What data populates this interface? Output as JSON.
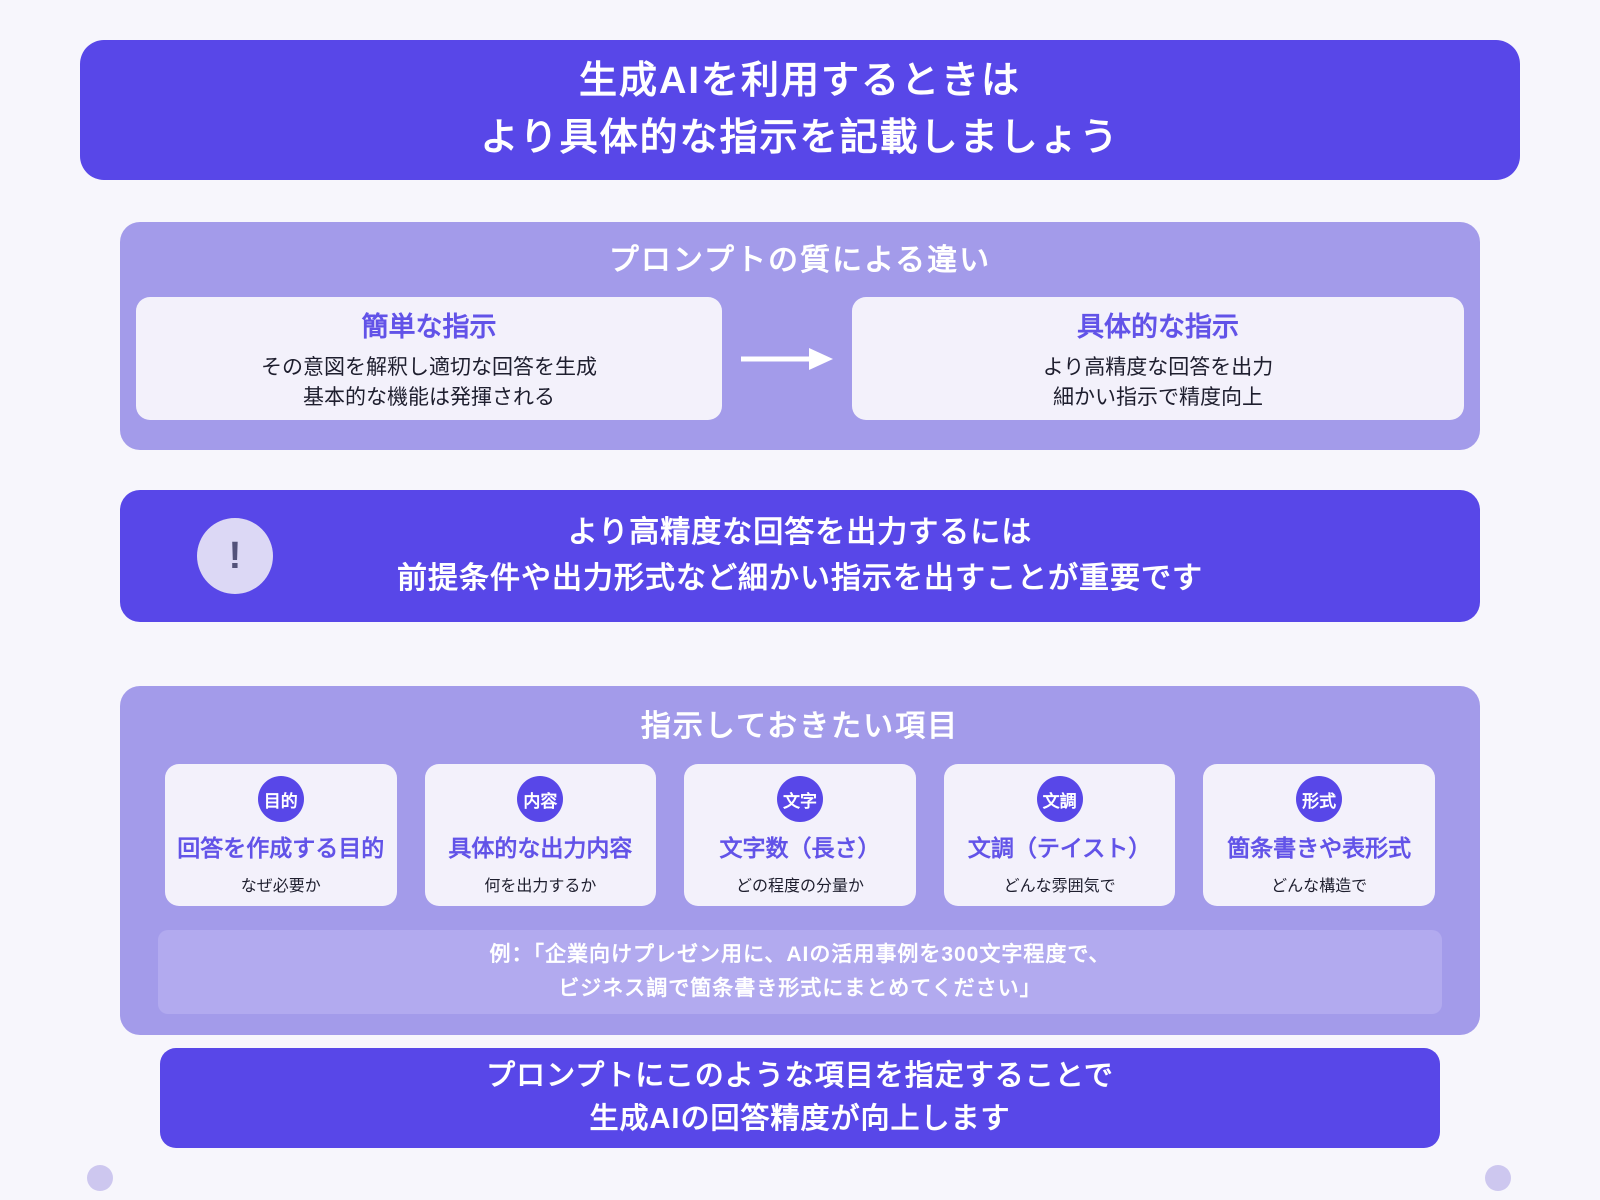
{
  "colors": {
    "page_bg": "#f7f6fc",
    "primary_purple": "#5847e8",
    "section_purple": "#a39bea",
    "card_bg": "#f3f1fb",
    "card_heading": "#6253e8",
    "body_text": "#1e1e2e",
    "example_box_bg": "#b2aaef",
    "alert_circle_bg": "#dcd8f5",
    "decor_dot": "#cdc7ef"
  },
  "header": {
    "title_line1": "生成AIを利用するときは",
    "title_line2": "より具体的な指示を記載しましょう"
  },
  "quality_section": {
    "title": "プロンプトの質による違い",
    "simple_card": {
      "title": "簡単な指示",
      "line1": "その意図を解釈し適切な回答を生成",
      "line2": "基本的な機能は発揮される"
    },
    "specific_card": {
      "title": "具体的な指示",
      "line1": "より高精度な回答を出力",
      "line2": "細かい指示で精度向上"
    }
  },
  "alert_banner": {
    "icon_glyph": "!",
    "line1": "より高精度な回答を出力するには",
    "line2": "前提条件や出力形式など細かい指示を出すことが重要です"
  },
  "items_section": {
    "title": "指示しておきたい項目",
    "cards": [
      {
        "badge": "目的",
        "title": "回答を作成する目的",
        "subtitle": "なぜ必要か"
      },
      {
        "badge": "内容",
        "title": "具体的な出力内容",
        "subtitle": "何を出力するか"
      },
      {
        "badge": "文字",
        "title": "文字数（長さ）",
        "subtitle": "どの程度の分量か"
      },
      {
        "badge": "文調",
        "title": "文調（テイスト）",
        "subtitle": "どんな雰囲気で"
      },
      {
        "badge": "形式",
        "title": "箇条書きや表形式",
        "subtitle": "どんな構造で"
      }
    ],
    "example_line1": "例：「企業向けプレゼン用に、AIの活用事例を300文字程度で、",
    "example_line2": "ビジネス調で箇条書き形式にまとめてください」"
  },
  "footer_banner": {
    "line1": "プロンプトにこのような項目を指定することで",
    "line2": "生成AIの回答精度が向上します"
  }
}
